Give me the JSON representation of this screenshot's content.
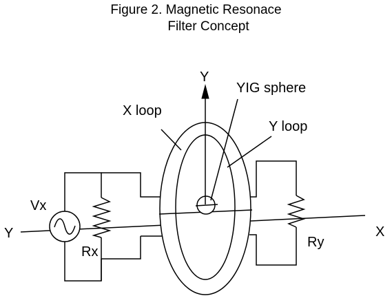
{
  "title": {
    "line1": "Figure 2. Magnetic Resonace",
    "line2": "Filter Concept"
  },
  "labels": {
    "y_axis": "Y",
    "yig_sphere": "YIG sphere",
    "x_loop": "X loop",
    "y_loop": "Y loop",
    "vx": "Vx",
    "rx": "Rx",
    "ry": "Ry",
    "y_left": "Y",
    "x_right": "X"
  }
}
